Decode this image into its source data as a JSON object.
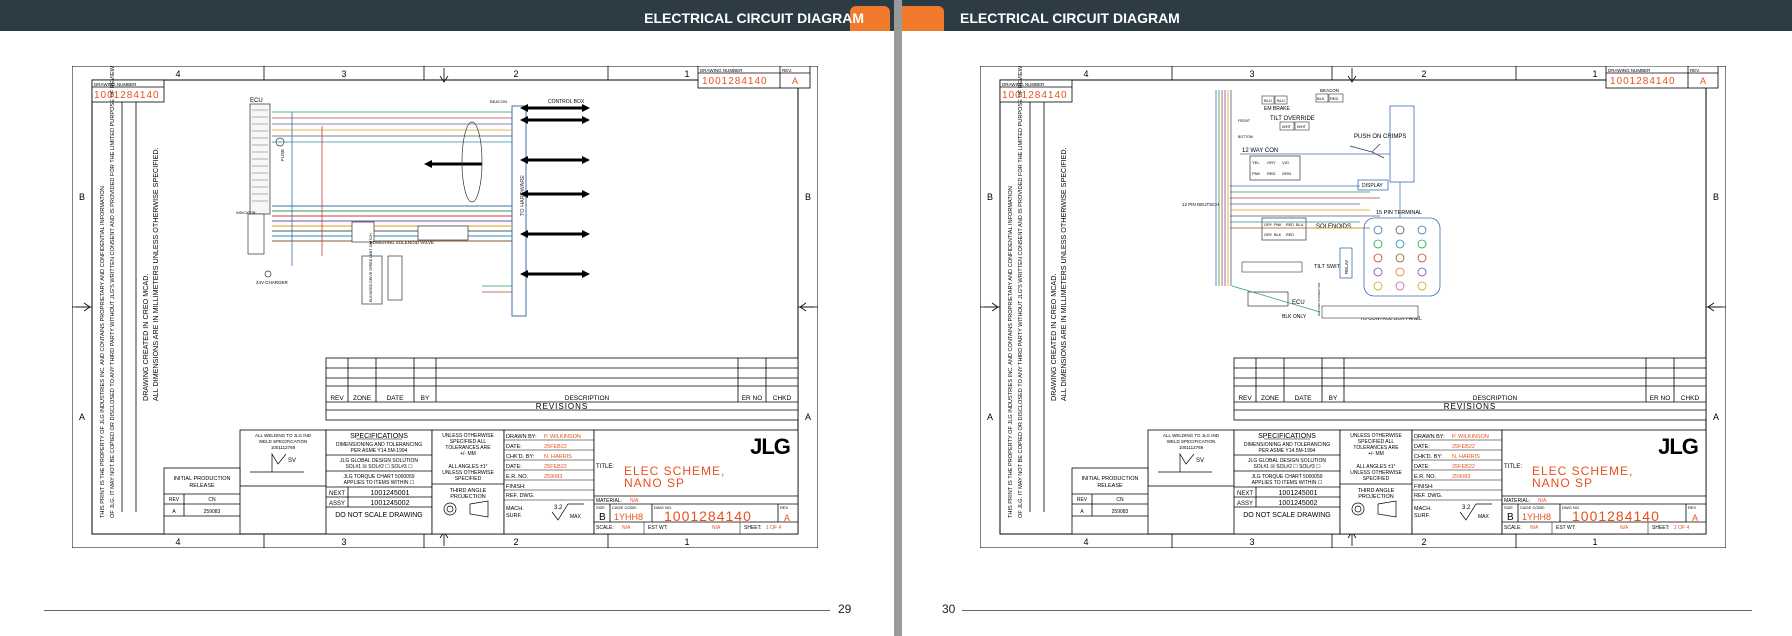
{
  "pages": [
    {
      "header_title": "ELECTRICAL CIRCUIT DIAGRAM",
      "page_number": "29",
      "drawing_number": "1001284140",
      "rev": "A",
      "sheet": "1 OF 4",
      "labels": {
        "ecu": "ECU",
        "control_box": "CONTROL BOX",
        "to_hardware": "TO HARDWARE",
        "lowering_valve": "LOWERING SOLENOID VALVE",
        "charger": "24V CHARGER",
        "speed_switch": "ELEVATED DRIVE SPEED LIMIT SWITCH",
        "beacon": "BEACON",
        "fuse": "FUSE",
        "indicator": "INDICATOR"
      }
    },
    {
      "header_title": "ELECTRICAL CIRCUIT DIAGRAM",
      "page_number": "30",
      "drawing_number": "1001284140",
      "rev": "A",
      "sheet": "2 OF 4",
      "labels": {
        "beacon": "BEACON",
        "em_brake": "EM BRAKE",
        "tilt_override": "TILT OVERRIDE",
        "push_on_crimps": "PUSH ON CRIMPS",
        "display": "DISPLAY",
        "way_con": "12 WAY CON",
        "deutsch": "12 PIN DEUTSCH",
        "solenoids": "SOLENOIDS",
        "terminal": "15 PIN TERMINAL",
        "tilt_switch": "TILT SWITCH",
        "relay": "RELAY",
        "ecu": "ECU",
        "blk_only": "BLK ONLY",
        "to_panel": "TO CONTROL BOX PANEL",
        "ground_connector": "GROUND CONNECTOR",
        "wire_blu": "BLU",
        "wire_wht": "WHT",
        "wire_red": "RED",
        "wire_yel": "YEL",
        "wire_gry": "GRY",
        "wire_vio": "VIO",
        "wire_pnk": "PNK",
        "wire_grn": "GRN",
        "wire_blk": "BLK",
        "wire_blk_red": "BLK RED",
        "front": "FRONT",
        "bottom": "BOTTOM"
      }
    }
  ],
  "frame": {
    "zones_top": [
      "4",
      "3",
      "2",
      "1"
    ],
    "zones_side": [
      "B",
      "A"
    ],
    "drawing_number_label": "DRAWING NUMBER",
    "rev_label": "REV.",
    "property_notice": "THIS PRINT IS THE PROPERTY OF JLG INDUSTRIES INC. AND CONTAINS PROPRIETARY AND CONFIDENTIAL INFORMATION OF JLG. IT MAY NOT BE COPIED OR DISCLOSED TO ANY THIRD PARTY WITHOUT JLG'S WRITTEN CONSENT AND IS PROVIDED FOR THE LIMITED PURPOSE OF REVIEW AND EVALUATION.",
    "creo_note": "DRAWING CREATED IN CREO MCAD. ALL DIMENSIONS ARE IN MILLIMETERS UNLESS OTHERWISE SPECIFIED.",
    "revisions": {
      "title": "REVISIONS",
      "columns": [
        "REV",
        "ZONE",
        "DATE",
        "BY",
        "DESCRIPTION",
        "ER NO",
        "CHKD"
      ]
    },
    "welding": {
      "line1": "ALL WELDING TO JLG IND",
      "line2": "WELD SPECIFICATION",
      "line3": "1001112769",
      "sv": "SV"
    },
    "release": {
      "text1": "INITIAL PRODUCTION",
      "text2": "RELEASE",
      "rev_label": "REV",
      "cn_label": "CN",
      "rev": "A",
      "cn": "259083"
    },
    "specifications": {
      "title": "SPECIFICATIONS",
      "line1": "DIMENSIONING AND TOLERANCING",
      "line2": "PER ASME Y14.5M-1994",
      "line3": "JLG GLOBAL DESIGN SOLUTION",
      "line4": "SOL#1 ☒  SOL#2 ☐  SOL#3 ☐",
      "line5": "JLG TORQUE CHART 5000059",
      "line6": "APPLIES TO ITEMS WITHIN ☐",
      "next_label": "NEXT",
      "next": "1001245001",
      "assy_label": "ASSY",
      "assy": "1001245002",
      "do_not_scale": "DO NOT SCALE DRAWING"
    },
    "tolerances": {
      "line1": "UNLESS OTHERWISE",
      "line2": "SPECIFIED ALL",
      "line3": "TOLERANCES ARE",
      "line4": "+/- MM",
      "line5": "ALL ANGLES ±1°",
      "line6": "UNLESS OTHERWISE",
      "line7": "SPECIFIED",
      "projection1": "THIRD ANGLE",
      "projection2": "PROJECTION"
    },
    "drawn": {
      "drawn_by_label": "DRAWN BY:",
      "drawn_by": "P. WILKINSON",
      "date_label": "DATE:",
      "date": "25FEB22",
      "chkd_label": "CHK'D. BY:",
      "chkd": "N. HARRIS",
      "date2": "25FEB22",
      "er_label": "E.R. NO.",
      "er": "259083",
      "finish_label": "FINISH:",
      "ref_label": "REF. DWG.",
      "mach_label": "MACH.",
      "surf_label": "SURF.",
      "max_label": "MAX",
      "roughness": "3.2"
    },
    "title_block": {
      "logo": "JLG",
      "title_label": "TITLE:",
      "title1": "ELEC SCHEME,",
      "title2": "NANO SP",
      "material_label": "MATERIAL:",
      "material": "N/A",
      "size_label": "SIZE",
      "size": "B",
      "cage_label": "CAGE CODE:",
      "cage": "1YHH8",
      "dwg_label": "DWG NO.",
      "rev_label": "REV",
      "scale_label": "SCALE:",
      "scale": "N/A",
      "wt_label": "EST WT:",
      "wt": "N/A",
      "sheet_label": "SHEET:"
    }
  }
}
